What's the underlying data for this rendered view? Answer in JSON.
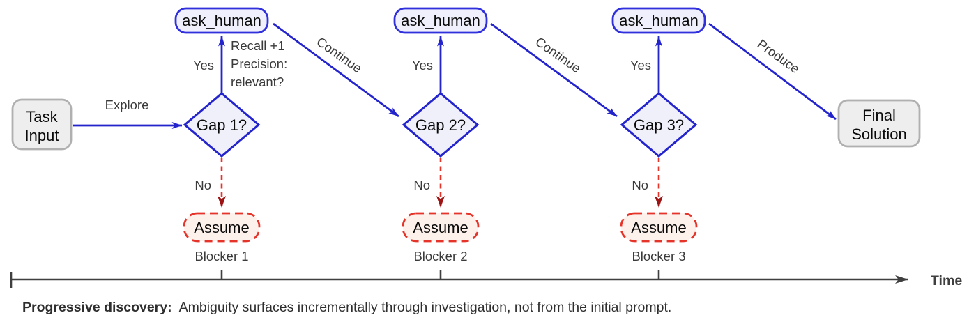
{
  "figure": {
    "type": "flowchart-timeline"
  },
  "colors": {
    "blue": "#2424cd",
    "blue_fill": "#f0f0fb",
    "red": "#e5352b",
    "red_arrowhead": "#9e1414",
    "red_fill": "#fdf1ec",
    "gray_fill": "#eeeeee",
    "gray_border": "#b0b0b0",
    "label_text": "#3a3a3a",
    "node_text": "#0a0a0a",
    "axis": "#3f3f3f"
  },
  "nodes": {
    "task_input": {
      "line1": "Task",
      "line2": "Input"
    },
    "final_solution": {
      "line1": "Final",
      "line2": "Solution"
    },
    "ask_human": [
      "ask_human",
      "ask_human",
      "ask_human"
    ],
    "gaps": [
      "Gap 1?",
      "Gap 2?",
      "Gap 3?"
    ],
    "assume": [
      "Assume",
      "Assume",
      "Assume"
    ],
    "blockers": [
      "Blocker 1",
      "Blocker 2",
      "Blocker 3"
    ]
  },
  "edges": {
    "explore": "Explore",
    "yes": [
      "Yes",
      "Yes",
      "Yes"
    ],
    "no": [
      "No",
      "No",
      "No"
    ],
    "continue": [
      "Continue",
      "Continue"
    ],
    "produce": "Produce",
    "recall_note": {
      "line1": "Recall +1",
      "line2": "Precision:",
      "line3": "relevant?"
    }
  },
  "timeline": {
    "label": "Time"
  },
  "caption": {
    "bold": "Progressive discovery:",
    "text": "Ambiguity surfaces incrementally through investigation, not from the initial prompt."
  }
}
